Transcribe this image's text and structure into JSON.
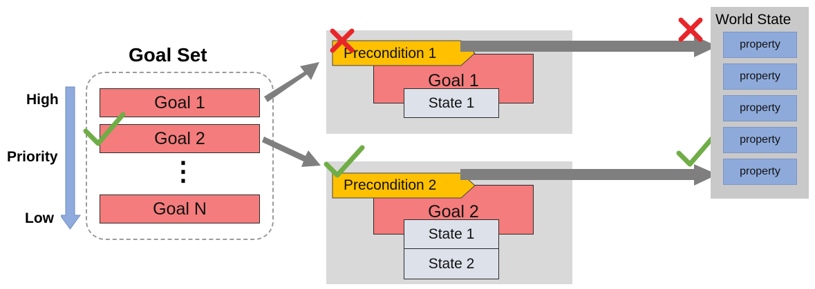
{
  "goal_set": {
    "title": "Goal Set",
    "goals": [
      "Goal 1",
      "Goal 2",
      "Goal N"
    ],
    "ellipsis": "⋮"
  },
  "priority_axis": {
    "high": "High",
    "label": "Priority",
    "low": "Low"
  },
  "plan_1": {
    "precondition": "Precondition 1",
    "goal": "Goal 1",
    "states": [
      "State 1"
    ],
    "status": "fail"
  },
  "plan_2": {
    "precondition": "Precondition 2",
    "goal": "Goal 2",
    "states": [
      "State 1",
      "State 2"
    ],
    "status": "pass"
  },
  "world_state": {
    "title": "World State",
    "properties": [
      "property",
      "property",
      "property",
      "property",
      "property"
    ]
  },
  "colors": {
    "goal_fill": "#f47c7c",
    "precondition_fill": "#ffc000",
    "panel_fill": "#d9d9d9",
    "state_fill": "#dce1ea",
    "property_fill": "#8eaadb",
    "world_panel_fill": "#c9c9c9",
    "arrow": "#7f7f7f",
    "check": "#70ad47",
    "cross": "#e8262a",
    "priority_arrow": "#8faadc"
  }
}
